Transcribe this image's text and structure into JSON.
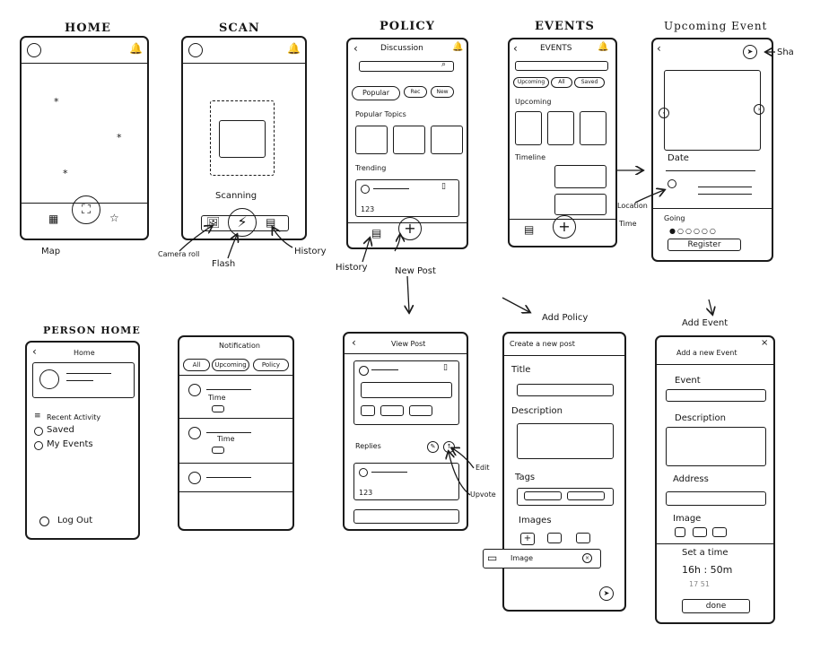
{
  "labels": {
    "home": "HOME",
    "scan": "SCAN",
    "policy": "POLICY",
    "events": "EVENTS",
    "upcoming_event": "Upcoming Event",
    "person_home": "PERSON HOME"
  },
  "home": {
    "below": "Map"
  },
  "scan": {
    "scanning": "Scanning",
    "camera_roll": "Camera roll",
    "flash": "Flash",
    "history": "History"
  },
  "policy": {
    "header": "Discussion",
    "chip_popular": "Popular",
    "chip_2": "Rec",
    "chip_3": "New",
    "popular_topics": "Popular Topics",
    "trending": "Trending",
    "stats": "123",
    "history": "History",
    "new_post": "New Post"
  },
  "events": {
    "header": "EVENTS",
    "chip_1": "Upcoming",
    "chip_2": "All",
    "chip_3": "Saved",
    "upcoming": "Upcoming",
    "timeline": "Timeline",
    "location": "Location",
    "time": "Time"
  },
  "upcoming": {
    "share": "Sha",
    "date": "Date",
    "going": "Going",
    "register": "Register"
  },
  "person": {
    "header": "Home",
    "recent": "Recent Activity",
    "saved": "Saved",
    "my_events": "My Events",
    "logout": "Log Out"
  },
  "notification": {
    "header": "Notification",
    "chip_1": "All",
    "chip_2": "Upcoming",
    "chip_3": "Policy",
    "time_1": "Time",
    "time_2": "Time"
  },
  "viewpost": {
    "header": "View Post",
    "replies": "Replies",
    "stats": "123",
    "edit": "Edit",
    "upvote": "Upvote"
  },
  "addpolicy": {
    "title_label": "Add Policy",
    "header": "Create a new post",
    "f_title": "Title",
    "f_desc": "Description",
    "f_tags": "Tags",
    "f_images": "Images",
    "image_row": "Image"
  },
  "addevent": {
    "title_label": "Add Event",
    "header": "Add a new Event",
    "f_event": "Event",
    "f_desc": "Description",
    "f_address": "Address",
    "f_image": "Image",
    "set_time": "Set a time",
    "time_value": "16h : 50m",
    "time_faded": "17  51",
    "done": "done"
  },
  "icons": {
    "bell": "bell-icon",
    "star": "star-icon",
    "plus": "plus-icon",
    "flash": "lightning-icon",
    "back": "back-arrow-icon",
    "search": "search-icon",
    "bookmark": "bookmark-icon",
    "send": "send-icon",
    "close": "close-icon"
  }
}
